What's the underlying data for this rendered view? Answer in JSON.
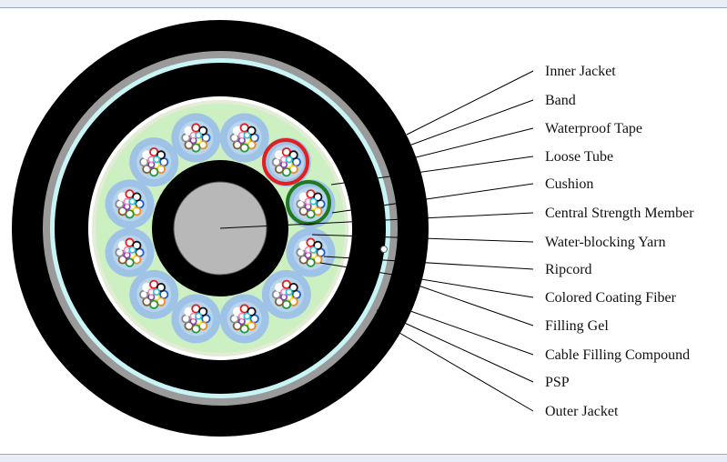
{
  "colors": {
    "outer_jacket": "#000000",
    "psp": "#9a9a9a",
    "filling_compound": "#c8f4f6",
    "inner_jacket": "#000000",
    "core_fill": "#cdf0c2",
    "tube_fill": "#9fc3e6",
    "central_member": "#b8b8b8",
    "highlight_red": "#e02020",
    "highlight_green": "#1f7a1f",
    "leader_line": "#000000"
  },
  "labels": [
    {
      "id": "inner-jacket",
      "text": "Inner Jacket"
    },
    {
      "id": "band",
      "text": "Band"
    },
    {
      "id": "waterproof-tape",
      "text": "Waterproof Tape"
    },
    {
      "id": "loose-tube",
      "text": "Loose Tube"
    },
    {
      "id": "cushion",
      "text": "Cushion"
    },
    {
      "id": "central-strength-member",
      "text": "Central Strength Member"
    },
    {
      "id": "water-blocking-yarn",
      "text": "Water-blocking Yarn"
    },
    {
      "id": "ripcord",
      "text": "Ripcord"
    },
    {
      "id": "colored-coating-fiber",
      "text": "Colored Coating Fiber"
    },
    {
      "id": "filling-gel",
      "text": "Filling Gel"
    },
    {
      "id": "cable-filling-compound",
      "text": "Cable Filling Compound"
    },
    {
      "id": "psp",
      "text": "PSP"
    },
    {
      "id": "outer-jacket",
      "text": "Outer Jacket"
    }
  ]
}
